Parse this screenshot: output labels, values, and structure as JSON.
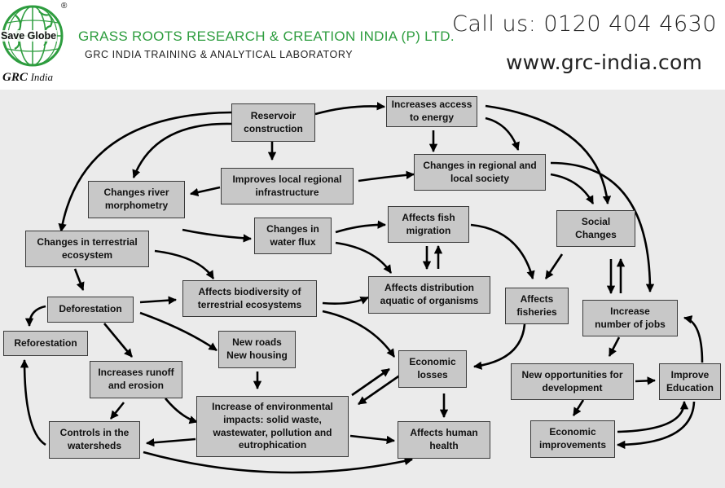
{
  "header": {
    "company_name": "GRASS ROOTS RESEARCH & CREATION INDIA (P) LTD.",
    "lab_name": "GRC INDIA TRAINING & ANALYTICAL LABORATORY",
    "phone": "Call us: 0120 404 4630",
    "website": "www.grc-india.com",
    "logo": {
      "badge_text": "Save Globe",
      "reg_mark": "®",
      "caption_main": "GRC",
      "caption_sub": "India",
      "icon": "globe-icon",
      "color": "#2e9d3f"
    }
  },
  "colors": {
    "node_fill": "#c8c8c8",
    "node_border": "#3a3a3a",
    "background": "#ebebeb",
    "arrow": "#000000"
  },
  "nodes": {
    "reservoir": "Reservoir\nconstruction",
    "energy": "Increases access\nto energy",
    "infrastructure": "Improves local regional\ninfrastructure",
    "river_morpho": "Changes river\nmorphometry",
    "regional_society": "Changes in regional and\nlocal society",
    "terrestrial": "Changes in terrestrial\necosystem",
    "water_flux": "Changes in\nwater flux",
    "fish_migration": "Affects fish\nmigration",
    "social_changes": "Social\nChanges",
    "deforestation": "Deforestation",
    "biodiversity": "Affects biodiversity of\nterrestrial ecosystems",
    "aquatic": "Affects distribution\naquatic of organisms",
    "fisheries": "Affects\nfisheries",
    "jobs": "Increase\nnumber of jobs",
    "reforestation": "Reforestation",
    "roads": "New roads\nNew housing",
    "runoff": "Increases runoff\nand erosion",
    "economic_losses": "Economic\nlosses",
    "opportunities": "New opportunities for\ndevelopment",
    "education": "Improve\nEducation",
    "env_impacts": "Increase of environmental\nimpacts: solid waste,\nwastewater, pollution and\neutrophication",
    "controls": "Controls in the\nwatersheds",
    "human_health": "Affects human\nhealth",
    "econ_improvements": "Economic\nimprovements"
  }
}
